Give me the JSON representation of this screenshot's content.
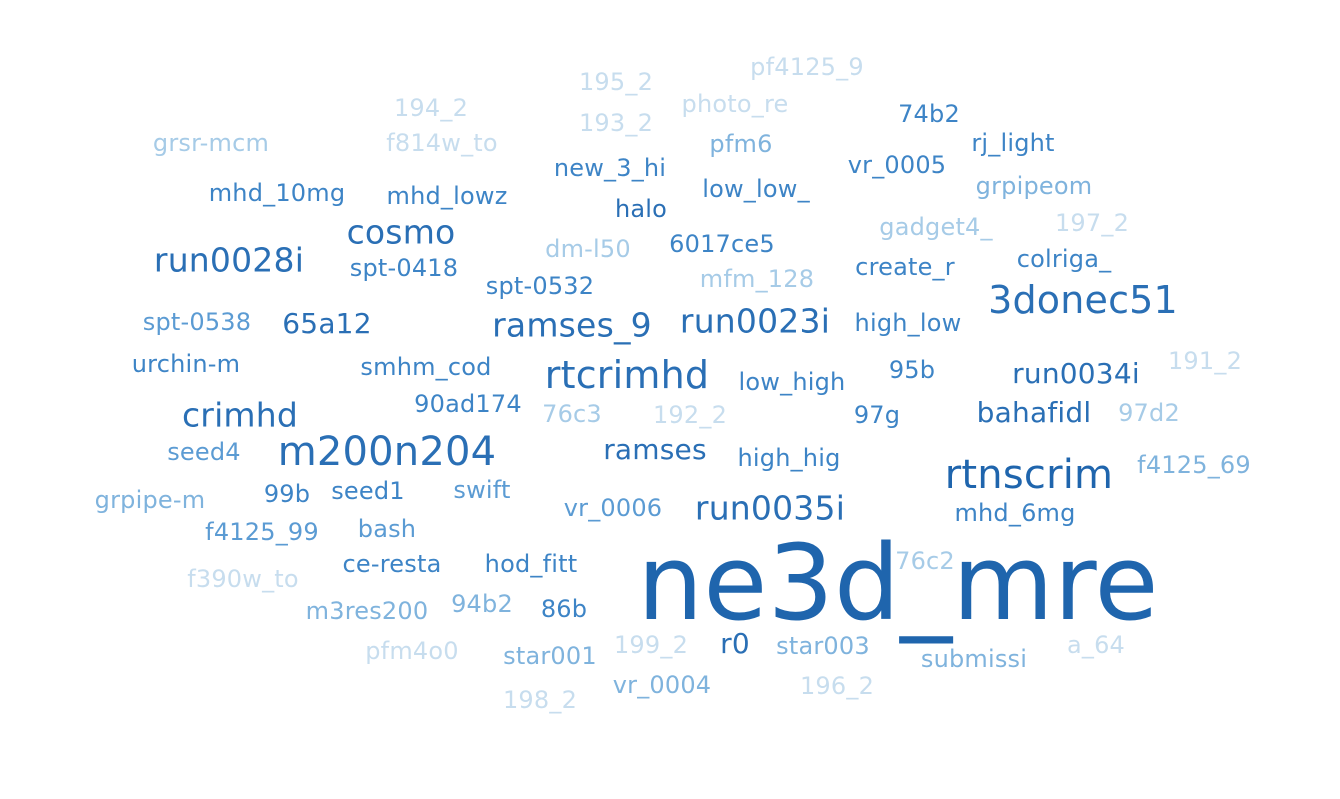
{
  "words": [
    {
      "text": "ne3d_mre",
      "size": "s7",
      "tone": "c7"
    },
    {
      "text": "rtnscrim",
      "size": "s6",
      "tone": "c7"
    },
    {
      "text": "3donec51",
      "size": "s5",
      "tone": "c6"
    },
    {
      "text": "m200n204",
      "size": "s6",
      "tone": "c6"
    },
    {
      "text": "rtcrimhd",
      "size": "s5",
      "tone": "c6"
    },
    {
      "text": "run0035i",
      "size": "s4",
      "tone": "c6"
    },
    {
      "text": "cosmo",
      "size": "s4",
      "tone": "c6"
    },
    {
      "text": "run0034i",
      "size": "s3",
      "tone": "c6"
    },
    {
      "text": "run0023i",
      "size": "s4",
      "tone": "c6"
    },
    {
      "text": "ramses_9",
      "size": "s4",
      "tone": "c6"
    },
    {
      "text": "run0028i",
      "size": "s4",
      "tone": "c6"
    },
    {
      "text": "crimhd",
      "size": "s4",
      "tone": "c6"
    },
    {
      "text": "65a12",
      "size": "s3",
      "tone": "c6"
    },
    {
      "text": "bahafidl",
      "size": "s3",
      "tone": "c6"
    },
    {
      "text": "ramses",
      "size": "s3",
      "tone": "c6"
    },
    {
      "text": "mhd_6mg",
      "size": "s2",
      "tone": "c5"
    },
    {
      "text": "high_low",
      "size": "s2",
      "tone": "c5"
    },
    {
      "text": "colriga_",
      "size": "s2",
      "tone": "c5"
    },
    {
      "text": "create_r",
      "size": "s2",
      "tone": "c5"
    },
    {
      "text": "low_high",
      "size": "s2",
      "tone": "c5"
    },
    {
      "text": "high_hig",
      "size": "s2",
      "tone": "c5"
    },
    {
      "text": "halo",
      "size": "s2",
      "tone": "c6"
    },
    {
      "text": "new_3_hi",
      "size": "s2",
      "tone": "c5"
    },
    {
      "text": "low_low_",
      "size": "s2",
      "tone": "c5"
    },
    {
      "text": "vr_0005",
      "size": "s2",
      "tone": "c5"
    },
    {
      "text": "rj_light",
      "size": "s2",
      "tone": "c5"
    },
    {
      "text": "74b2",
      "size": "s2",
      "tone": "c5"
    },
    {
      "text": "6017ce5",
      "size": "s2",
      "tone": "c5"
    },
    {
      "text": "hod_fitt",
      "size": "s2",
      "tone": "c5"
    },
    {
      "text": "vr_0006",
      "size": "s2",
      "tone": "c4"
    },
    {
      "text": "ce-resta",
      "size": "s2",
      "tone": "c5"
    },
    {
      "text": "spt-0532",
      "size": "s2",
      "tone": "c5"
    },
    {
      "text": "smhm_cod",
      "size": "s2",
      "tone": "c5"
    },
    {
      "text": "spt-0418",
      "size": "s2",
      "tone": "c5"
    },
    {
      "text": "mhd_lowz",
      "size": "s2",
      "tone": "c5"
    },
    {
      "text": "mhd_10mg",
      "size": "s2",
      "tone": "c5"
    },
    {
      "text": "spt-0538",
      "size": "s2",
      "tone": "c4"
    },
    {
      "text": "urchin-m",
      "size": "s2",
      "tone": "c5"
    },
    {
      "text": "seed4",
      "size": "s2",
      "tone": "c4"
    },
    {
      "text": "f4125_99",
      "size": "s2",
      "tone": "c4"
    },
    {
      "text": "seed1",
      "size": "s2",
      "tone": "c5"
    },
    {
      "text": "swift",
      "size": "s2",
      "tone": "c4"
    },
    {
      "text": "bash",
      "size": "s2",
      "tone": "c4"
    },
    {
      "text": "99b",
      "size": "s2",
      "tone": "c5"
    },
    {
      "text": "97g",
      "size": "s2",
      "tone": "c5"
    },
    {
      "text": "95b",
      "size": "s2",
      "tone": "c5"
    },
    {
      "text": "90ad174",
      "size": "s2",
      "tone": "c5"
    },
    {
      "text": "r0",
      "size": "s3",
      "tone": "c6"
    },
    {
      "text": "86b",
      "size": "s2",
      "tone": "c5"
    },
    {
      "text": "star003",
      "size": "s2",
      "tone": "c3"
    },
    {
      "text": "star001",
      "size": "s2",
      "tone": "c3"
    },
    {
      "text": "vr_0004",
      "size": "s2",
      "tone": "c3"
    },
    {
      "text": "submissi",
      "size": "s2",
      "tone": "c3"
    },
    {
      "text": "94b2",
      "size": "s2",
      "tone": "c3"
    },
    {
      "text": "grpipeom",
      "size": "s2",
      "tone": "c3"
    },
    {
      "text": "pfm6",
      "size": "s2",
      "tone": "c3"
    },
    {
      "text": "m3res200",
      "size": "s2",
      "tone": "c3"
    },
    {
      "text": "grpipe-m",
      "size": "s2",
      "tone": "c3"
    },
    {
      "text": "f4125_69",
      "size": "s2",
      "tone": "c3"
    },
    {
      "text": "76c2",
      "size": "s2",
      "tone": "c2"
    },
    {
      "text": "76c3",
      "size": "s2",
      "tone": "c2"
    },
    {
      "text": "97d2",
      "size": "s2",
      "tone": "c2"
    },
    {
      "text": "dm-l50",
      "size": "s2",
      "tone": "c2"
    },
    {
      "text": "mfm_128",
      "size": "s2",
      "tone": "c2"
    },
    {
      "text": "gadget4_",
      "size": "s2",
      "tone": "c2"
    },
    {
      "text": "grsr-mcm",
      "size": "s2",
      "tone": "c2"
    },
    {
      "text": "f814w_to",
      "size": "s2",
      "tone": "c1"
    },
    {
      "text": "photo_re",
      "size": "s2",
      "tone": "c1"
    },
    {
      "text": "pf4125_9",
      "size": "s2",
      "tone": "c1"
    },
    {
      "text": "195_2",
      "size": "s2",
      "tone": "c1"
    },
    {
      "text": "194_2",
      "size": "s2",
      "tone": "c1"
    },
    {
      "text": "193_2",
      "size": "s2",
      "tone": "c1"
    },
    {
      "text": "197_2",
      "size": "s2",
      "tone": "c1"
    },
    {
      "text": "191_2",
      "size": "s2",
      "tone": "c1"
    },
    {
      "text": "192_2",
      "size": "s2",
      "tone": "c1"
    },
    {
      "text": "f390w_to",
      "size": "s2",
      "tone": "c1"
    },
    {
      "text": "pfm4o0",
      "size": "s2",
      "tone": "c1"
    },
    {
      "text": "199_2",
      "size": "s2",
      "tone": "c1"
    },
    {
      "text": "196_2",
      "size": "s2",
      "tone": "c1"
    },
    {
      "text": "198_2",
      "size": "s2",
      "tone": "c1"
    },
    {
      "text": "a_64",
      "size": "s2",
      "tone": "c1"
    }
  ]
}
